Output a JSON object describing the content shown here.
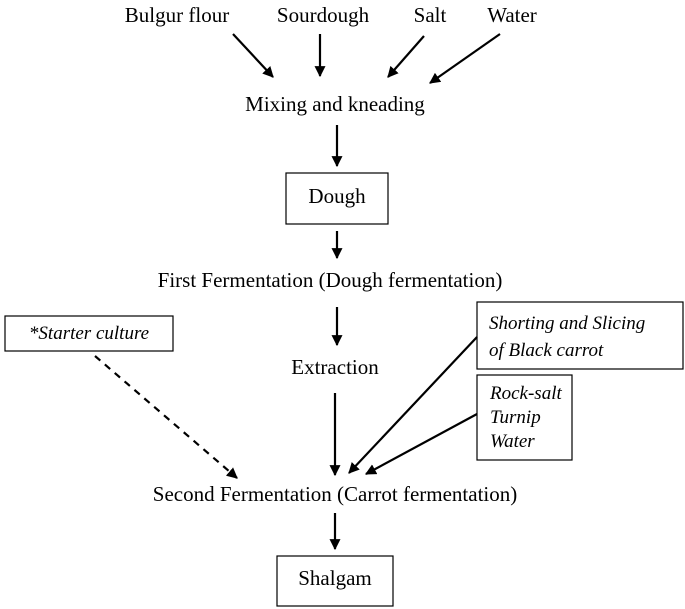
{
  "inputs": {
    "bulgur_flour": "Bulgur flour",
    "sourdough": "Sourdough",
    "salt": "Salt",
    "water": "Water"
  },
  "steps": {
    "mixing": "Mixing and kneading",
    "dough": "Dough",
    "first_fermentation": "First Fermentation (Dough fermentation)",
    "extraction": "Extraction",
    "second_fermentation": "Second Fermentation (Carrot fermentation)",
    "product": "Shalgam"
  },
  "side_inputs": {
    "starter_culture": "*Starter culture",
    "black_carrot_line1": "Shorting and Slicing",
    "black_carrot_line2": "of Black carrot",
    "additions_line1": "Rock-salt",
    "additions_line2": "Turnip",
    "additions_line3": "Water"
  }
}
